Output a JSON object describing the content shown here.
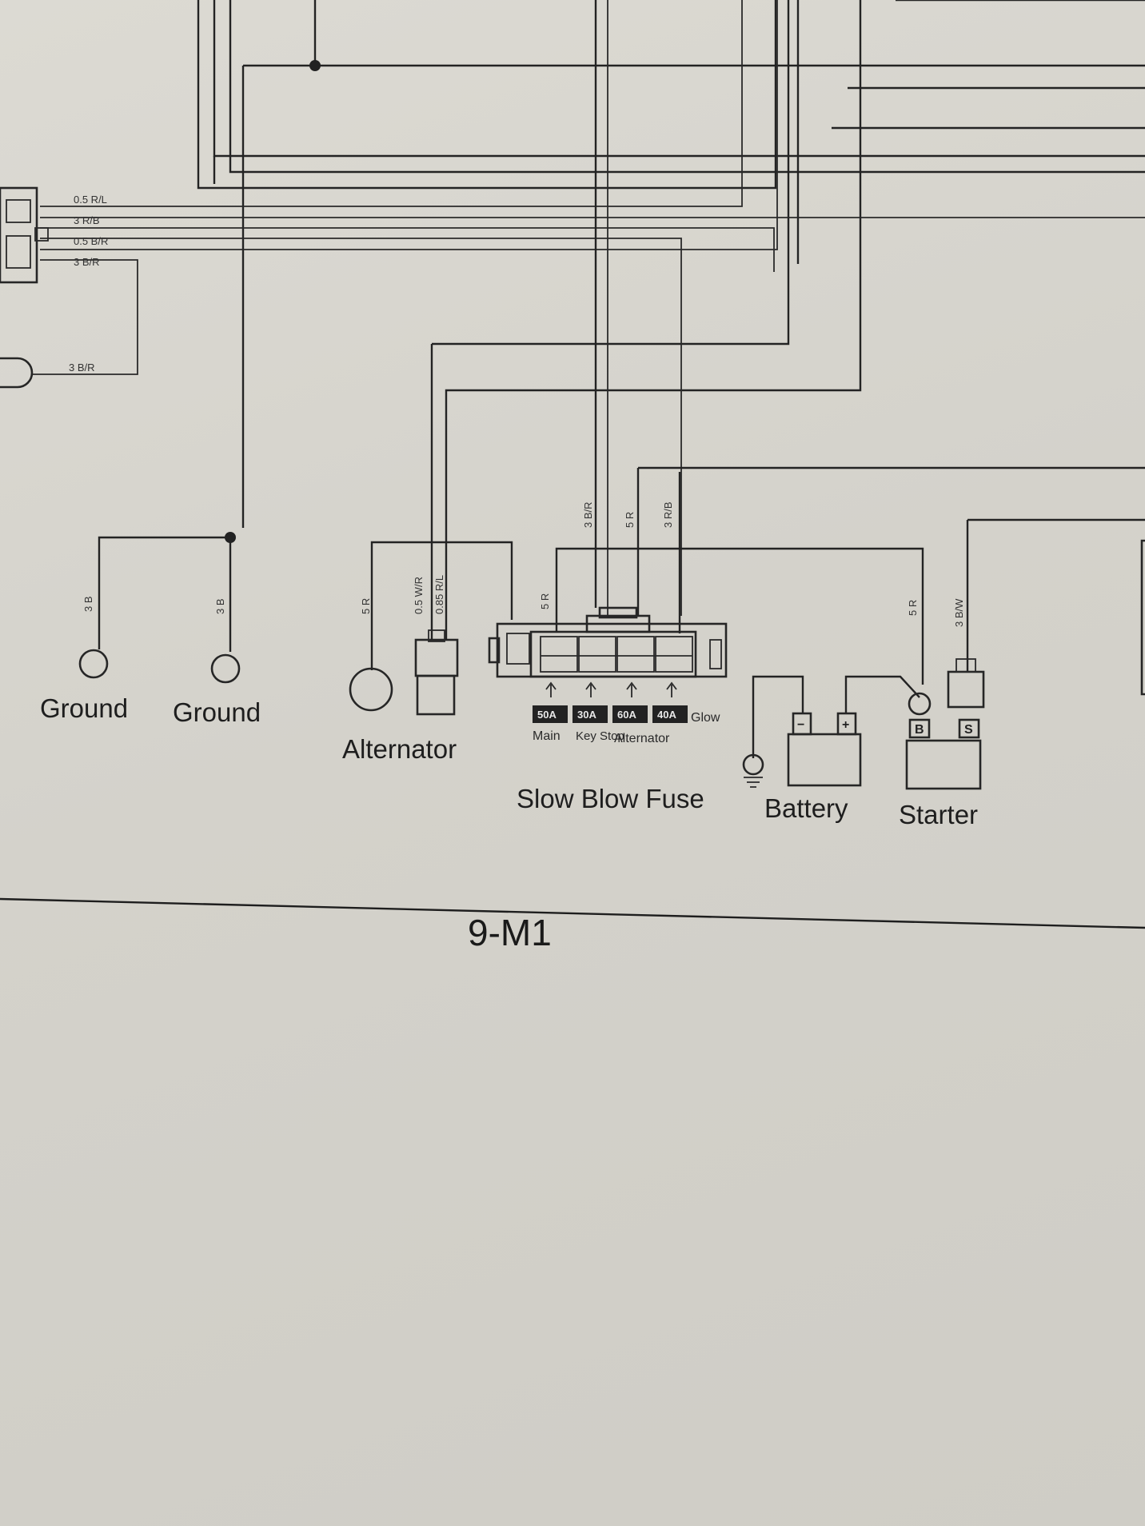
{
  "wire_labels": {
    "connector_top": [
      "0.5 R/L",
      "3 R/B",
      "0.5 B/R",
      "3 B/R"
    ],
    "connector_low": "3 B/R",
    "ground_1": "3 B",
    "ground_2": "3 B",
    "alternator_main": "5 R",
    "alternator_plug_1": "0.5 W/R",
    "alternator_plug_2": "0.85 R/L",
    "fuse_in": "5 R",
    "fuse_keystop": "3 B/R",
    "fuse_alternator": "5 R",
    "fuse_glow": "3 R/B",
    "starter_b": "5 R",
    "starter_s": "3 B/W"
  },
  "components": {
    "ground_1": "Ground",
    "ground_2": "Ground",
    "alternator": "Alternator",
    "slow_blow_fuse": "Slow Blow Fuse",
    "battery": "Battery",
    "starter": "Starter"
  },
  "fuses": [
    {
      "rating": "50A",
      "name": "Main"
    },
    {
      "rating": "30A",
      "name": "Key Stop"
    },
    {
      "rating": "60A",
      "name": "Alternator"
    },
    {
      "rating": "40A",
      "name": "Glow"
    }
  ],
  "terminals": {
    "battery_neg": "−",
    "battery_pos": "+",
    "starter_b": "B",
    "starter_s": "S"
  },
  "page_id": "9-M1"
}
